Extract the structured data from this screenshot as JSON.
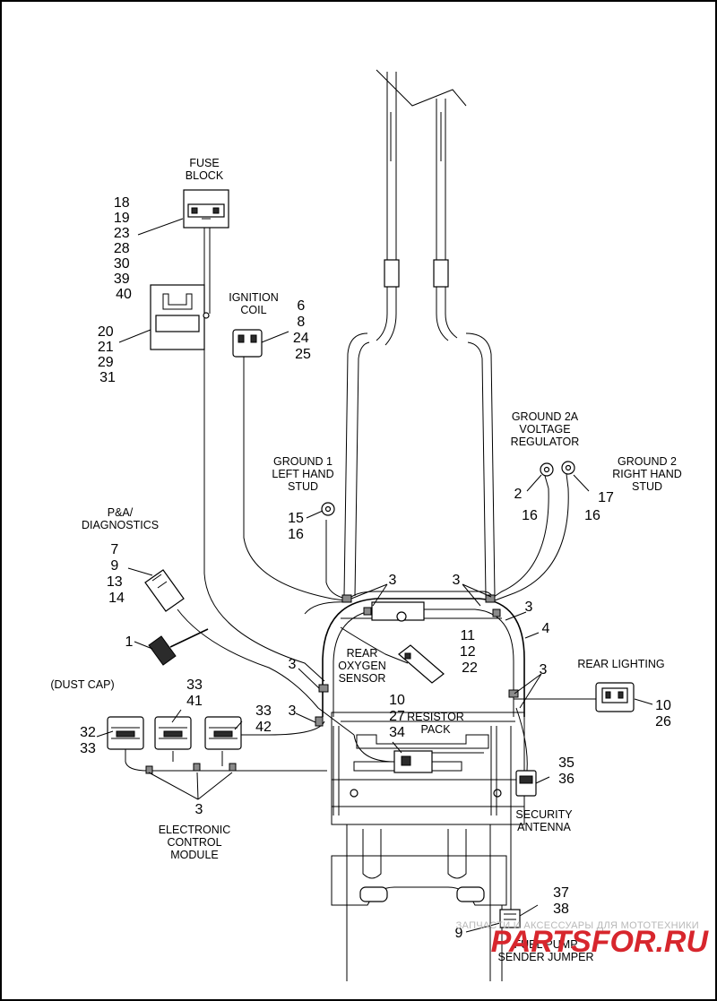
{
  "labels": {
    "fuse_block": [
      "FUSE",
      "BLOCK"
    ],
    "ignition_coil": [
      "IGNITION",
      "COIL"
    ],
    "ground_2a": [
      "GROUND 2A",
      "VOLTAGE",
      "REGULATOR"
    ],
    "ground_2": [
      "GROUND 2",
      "RIGHT HAND",
      "STUD"
    ],
    "ground_1": [
      "GROUND 1",
      "LEFT HAND",
      "STUD"
    ],
    "pa_diagnostics": [
      "P&A/",
      "DIAGNOSTICS"
    ],
    "rear_oxygen": [
      "REAR",
      "OXYGEN",
      "SENSOR"
    ],
    "rear_lighting": "REAR LIGHTING",
    "dust_cap": "(DUST CAP)",
    "resistor_pack": [
      "RESISTOR",
      "PACK"
    ],
    "security_antenna": [
      "SECURITY",
      "ANTENNA"
    ],
    "ecm": [
      "ELECTRONIC",
      "CONTROL",
      "MODULE"
    ],
    "fuel_pump": [
      "FUEL PUMP",
      "SENDER JUMPER"
    ]
  },
  "callouts": {
    "fuse_block": [
      "18",
      "19",
      "23",
      "28",
      "30",
      "39",
      "40"
    ],
    "relay": [
      "20",
      "21",
      "29",
      "31"
    ],
    "ignition_coil": [
      "6",
      "8",
      "24",
      "25"
    ],
    "ground_2a_a": "2",
    "ground_2a_b": "16",
    "ground_2_a": "17",
    "ground_2_b": "16",
    "ground_1_a": "15",
    "ground_1_b": "16",
    "pa_diag": [
      "7",
      "9",
      "13",
      "14"
    ],
    "dust_cap_part": "1",
    "clip_top_left": "3",
    "clip_top_right": "3",
    "clip_right": "3",
    "frame": "4",
    "oxygen": [
      "11",
      "12",
      "22"
    ],
    "clip_left_mid": "3",
    "clip_left_low": "3",
    "clip_rear_light": "3",
    "rear_light": [
      "10",
      "26"
    ],
    "resistor": [
      "10",
      "27"
    ],
    "resistor_34": "34",
    "ecm_center": [
      "33",
      "41"
    ],
    "ecm_left": [
      "32",
      "33"
    ],
    "ecm_right": [
      "33",
      "42"
    ],
    "ecm_clips": "3",
    "security": [
      "35",
      "36"
    ],
    "fuel_pump": [
      "37",
      "38"
    ],
    "fuel_pump_9": "9"
  },
  "watermark": {
    "line1": "ЗАПЧАСТИ И АКСЕССУАРЫ ДЛЯ МОТОТЕХНИКИ",
    "line2": "PARTSFOR.RU"
  }
}
